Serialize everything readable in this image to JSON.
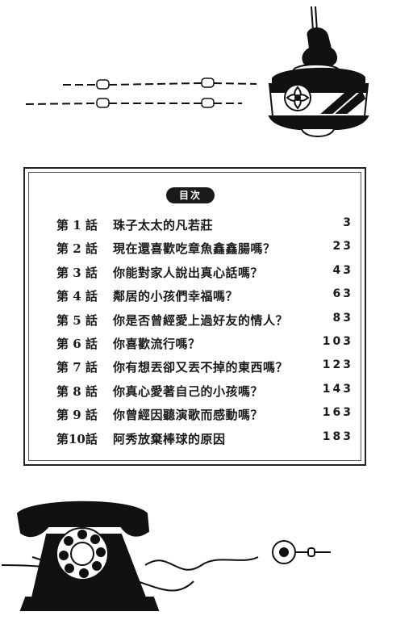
{
  "toc": {
    "heading": "目次",
    "entries": [
      {
        "chapter": "第 1 話",
        "title": "珠子太太的凡若莊",
        "page": "3"
      },
      {
        "chapter": "第 2 話",
        "title": "現在還喜歡吃章魚鑫鑫腸嗎？",
        "page": "23"
      },
      {
        "chapter": "第 3 話",
        "title": "你能對家人說出真心話嗎？",
        "page": "43"
      },
      {
        "chapter": "第 4 話",
        "title": "鄰居的小孩們幸福嗎？",
        "page": "63"
      },
      {
        "chapter": "第 5 話",
        "title": "你是否曾經愛上過好友的情人？",
        "page": "83"
      },
      {
        "chapter": "第 6 話",
        "title": "你喜歡流行嗎？",
        "page": "103"
      },
      {
        "chapter": "第 7 話",
        "title": "你有想丟卻又丟不掉的東西嗎？",
        "page": "123"
      },
      {
        "chapter": "第 8 話",
        "title": "你真心愛著自己的小孩嗎？",
        "page": "143"
      },
      {
        "chapter": "第 9 話",
        "title": "你曾經因聽演歌而感動嗎？",
        "page": "163"
      },
      {
        "chapter": "第10話",
        "title": "阿秀放棄棒球的原因",
        "page": "183"
      }
    ]
  },
  "illustrations": {
    "top": "hanging-lamp-icon",
    "bottom": "rotary-telephone-icon"
  }
}
